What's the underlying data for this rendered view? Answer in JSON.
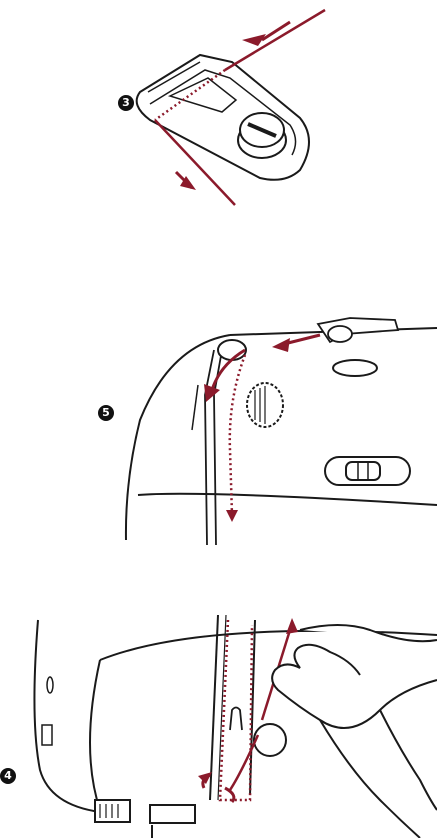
{
  "steps": [
    {
      "marker": "3"
    },
    {
      "marker": "5"
    },
    {
      "marker": "4"
    }
  ],
  "colors": {
    "thread": "#8b1a2b",
    "line": "#1a1a1a"
  },
  "icons": [
    "thread-guide-illustration",
    "take-up-lever-illustration",
    "needle-threading-hand-illustration"
  ]
}
